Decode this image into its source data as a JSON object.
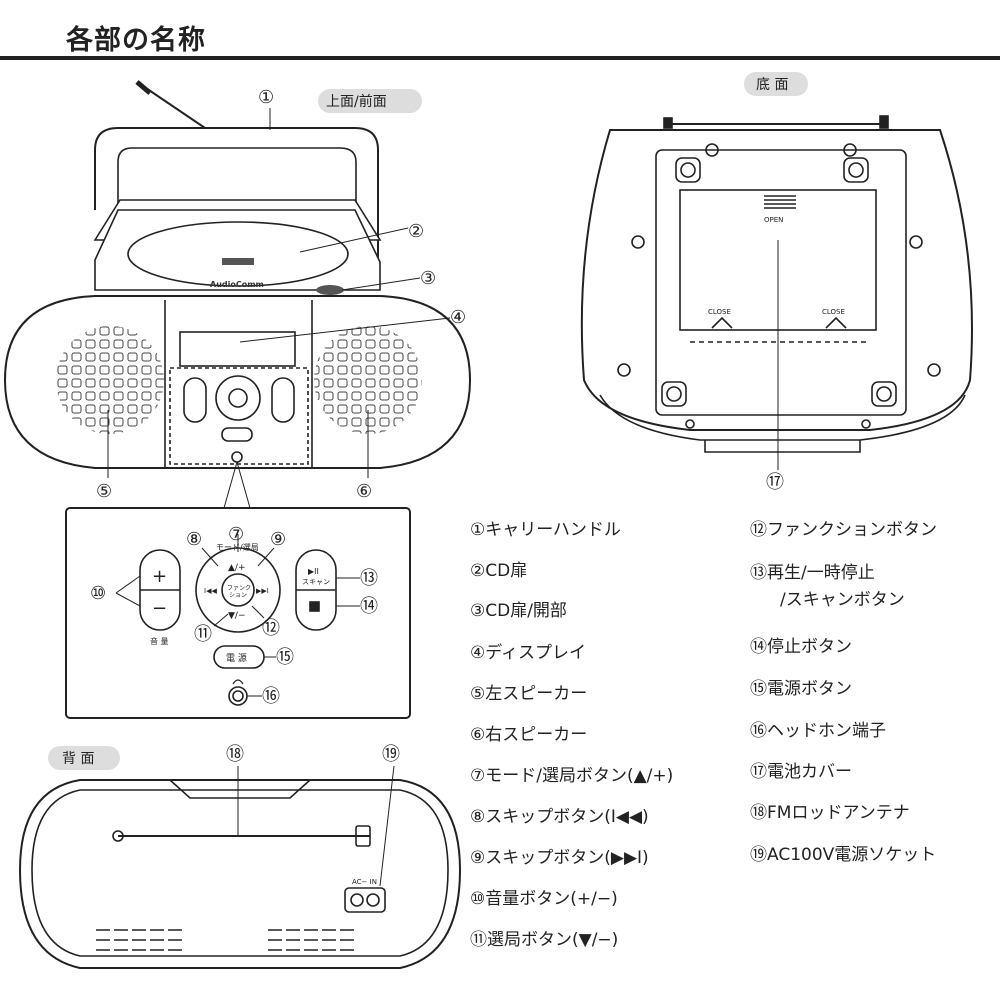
{
  "title": "各部の名称",
  "views": {
    "top_front": "上面/前面",
    "bottom": "底 面",
    "back": "背 面"
  },
  "device_labels": {
    "mode": "モード/選局",
    "up": "▲/+",
    "down": "▼/−",
    "function": "ファンク\nション",
    "play": "▶II",
    "scan": "スキャン",
    "volume": "音 量",
    "power": "電 源",
    "open": "OPEN",
    "close": "CLOSE",
    "ac_in": "AC− IN",
    "brand": "AudioComm"
  },
  "callouts": [
    "①",
    "②",
    "③",
    "④",
    "⑤",
    "⑥",
    "⑦",
    "⑧",
    "⑨",
    "⑩",
    "⑪",
    "⑫",
    "⑬",
    "⑭",
    "⑮",
    "⑯",
    "⑰",
    "⑱",
    "⑲"
  ],
  "parts_left": [
    "①キャリーハンドル",
    "②CD扉",
    "③CD扉/開部",
    "④ディスプレイ",
    "⑤左スピーカー",
    "⑥右スピーカー",
    "⑦モード/選局ボタン(▲/+)",
    "⑧スキップボタン(I◀◀)",
    "⑨スキップボタン(▶▶I)",
    "⑩音量ボタン(+/−)",
    "⑪選局ボタン(▼/−)"
  ],
  "parts_right": [
    "⑫ファンクションボタン",
    "⑬再生/一時停止",
    "⑭停止ボタン",
    "⑮電源ボタン",
    "⑯ヘッドホン端子",
    "⑰電池カバー",
    "⑱FMロッドアンテナ",
    "⑲AC100V電源ソケット"
  ],
  "parts_right_sub": "/スキャンボタン"
}
